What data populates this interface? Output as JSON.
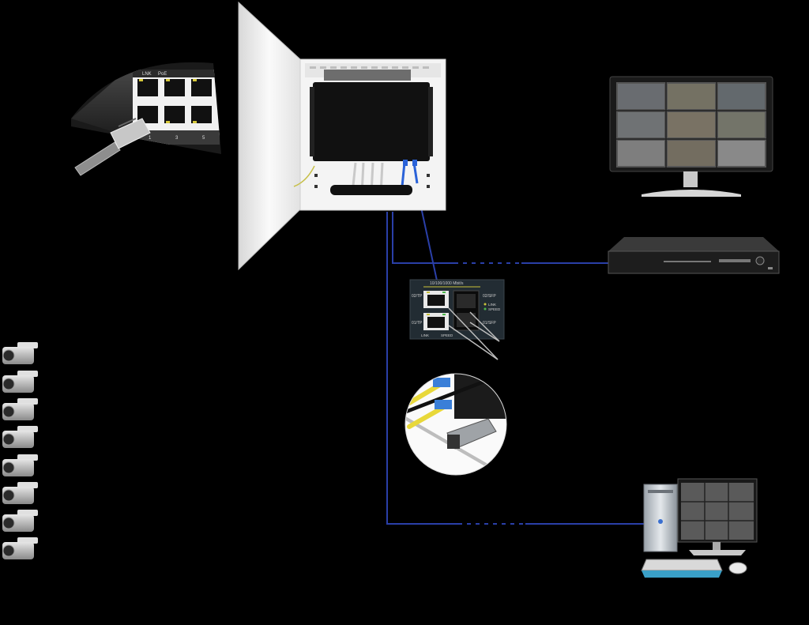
{
  "diagram": {
    "background": "#000000",
    "link_color": "#2a3fa8",
    "poe_switch_panel": {
      "header_left": "LNK",
      "header_right": "PoE",
      "port_numbers": [
        "1",
        "3",
        "5"
      ]
    },
    "media_converter": {
      "speed_label": "10/100/1000 Mbit/s",
      "port_labels": [
        "02/TP",
        "01/TP",
        "02/SFP",
        "01/SFP"
      ],
      "led_labels": [
        "LINK",
        "SPEED"
      ],
      "bottom_labels": [
        "LINK",
        "SPEED"
      ]
    },
    "devices": [
      {
        "name": "wall-cabinet",
        "icon": "cabinet-icon"
      },
      {
        "name": "nvr-recorder",
        "icon": "nvr-icon"
      },
      {
        "name": "cctv-monitor",
        "icon": "monitor-icon"
      },
      {
        "name": "workstation",
        "icon": "pc-icon"
      },
      {
        "name": "sfp-module",
        "icon": "sfp-icon"
      },
      {
        "name": "camera-bank",
        "icon": "camera-icon",
        "count": 8
      }
    ]
  }
}
